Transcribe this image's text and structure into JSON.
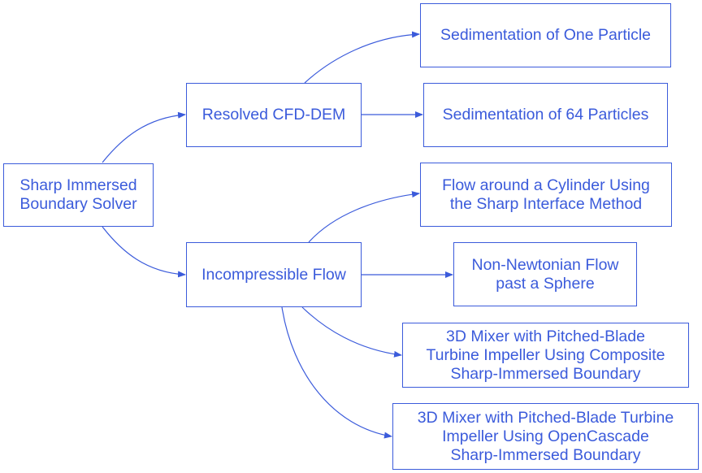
{
  "diagram": {
    "accent_color": "#3b5bdb",
    "nodes": {
      "root": "Sharp Immersed\nBoundary Solver",
      "cfd_dem": "Resolved CFD-DEM",
      "incompressible": "Incompressible Flow",
      "sed_one": "Sedimentation of One Particle",
      "sed_64": "Sedimentation of 64 Particles",
      "cylinder": "Flow around a Cylinder Using\nthe Sharp Interface Method",
      "non_newtonian": "Non-Newtonian Flow\npast a Sphere",
      "mixer_composite": "3D Mixer with Pitched-Blade\nTurbine Impeller Using Composite\nSharp-Immersed Boundary",
      "mixer_occ": "3D Mixer with Pitched-Blade Turbine\nImpeller Using OpenCascade\nSharp-Immersed Boundary"
    }
  }
}
